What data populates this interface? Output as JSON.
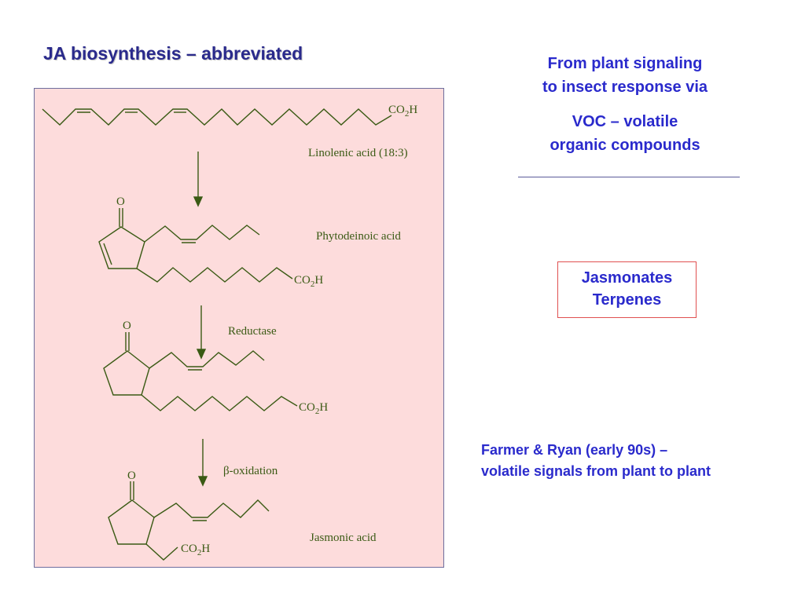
{
  "title": "JA biosynthesis – abbreviated",
  "diagram": {
    "stage1_label": "Linolenic acid (18:3)",
    "stage2_label": "Phytodeinoic acid",
    "step2_label": "Reductase",
    "step3_label": "β-oxidation",
    "stage4_label": "Jasmonic acid",
    "carbonyl": "O",
    "acid_group": "CO",
    "acid_sub": "2",
    "acid_h": "H"
  },
  "right": {
    "heading_line1": "From plant signaling",
    "heading_line2": "to insect response via",
    "voc_line1": "VOC – volatile",
    "voc_line2": "organic compounds",
    "box_line1": "Jasmonates",
    "box_line2": "Terpenes",
    "note_line1": "Farmer & Ryan (early 90s) –",
    "note_line2": "volatile signals from plant to plant"
  },
  "colors": {
    "title": "#2a2a8c",
    "text_blue": "#2a2acc",
    "structure": "#3a5a14",
    "panel_bg": "#fddcdc",
    "box_border": "#e05050"
  }
}
